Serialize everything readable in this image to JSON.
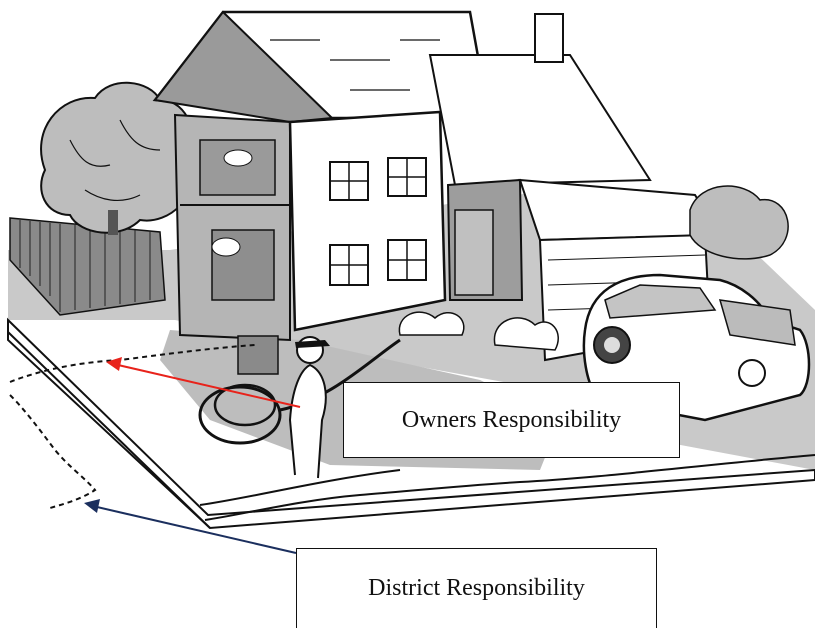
{
  "labels": {
    "owners": "Owners Responsibility",
    "district": "District Responsibility"
  },
  "colors": {
    "owners_arrow": "#e8231b",
    "district_arrow": "#1b2f5e",
    "shade": "#a9a9a9",
    "ink": "#111111"
  },
  "icons": [
    "house-illustration",
    "car-illustration",
    "tree-illustration",
    "man-with-hose-illustration"
  ]
}
